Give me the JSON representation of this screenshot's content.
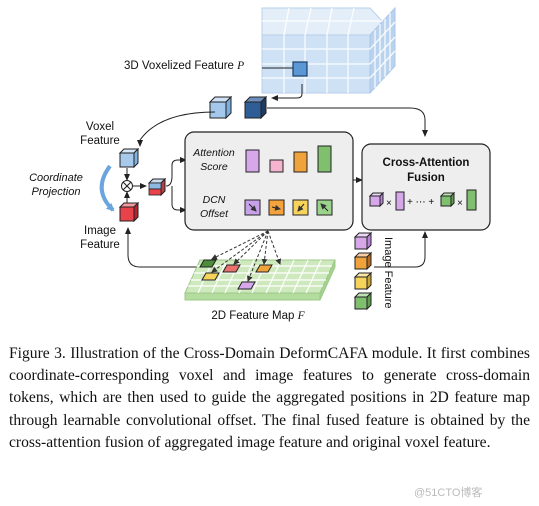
{
  "figure": {
    "voxelized_feature_label": "3D Voxelized Feature",
    "voxelized_feature_symbol": "P",
    "voxel_feature_label_line1": "Voxel",
    "voxel_feature_label_line2": "Feature",
    "coordinate_projection_line1": "Coordinate",
    "coordinate_projection_line2": "Projection",
    "image_feature_label_line1": "Image",
    "image_feature_label_line2": "Feature",
    "attention_score_line1": "Attention",
    "attention_score_line2": "Score",
    "dcn_offset_line1": "DCN",
    "dcn_offset_line2": "Offset",
    "cross_attention_title_line1": "Cross-Attention",
    "cross_attention_title_line2": "Fusion",
    "fusion_formula_x1": "×",
    "fusion_formula_middle": "+ ⋯ +",
    "fusion_formula_x2": "×",
    "image_feature_vertical_label": "Image Feature",
    "feature_map_label": "2D Feature Map",
    "feature_map_symbol": "F",
    "colors": {
      "voxel_blue": "#9fc6ea",
      "image_red": "#e8424a",
      "score_purple": "#d6a8ea",
      "score_pink": "#f4b3cf",
      "score_orange": "#f0a33a",
      "score_green": "#7fbf6e",
      "offset_violet": "#c8a2e8",
      "offset_orange": "#f5a23c",
      "offset_yellow": "#f6d35b",
      "offset_green": "#9cd38c",
      "grid_green": "#cfe9bf",
      "voxel_grid_blue": "#cfe1f5"
    }
  },
  "caption": {
    "prefix": "Figure 3.",
    "text": "Illustration of the Cross-Domain DeformCAFA module. It first combines coordinate-corresponding voxel and image features to generate cross-domain tokens, which are then used to guide the aggregated positions in 2D feature map through learnable convolutional offset. The final fused feature is obtained by the cross-attention fusion of aggregated image feature and original voxel feature."
  },
  "watermark": "@51CTO博客"
}
